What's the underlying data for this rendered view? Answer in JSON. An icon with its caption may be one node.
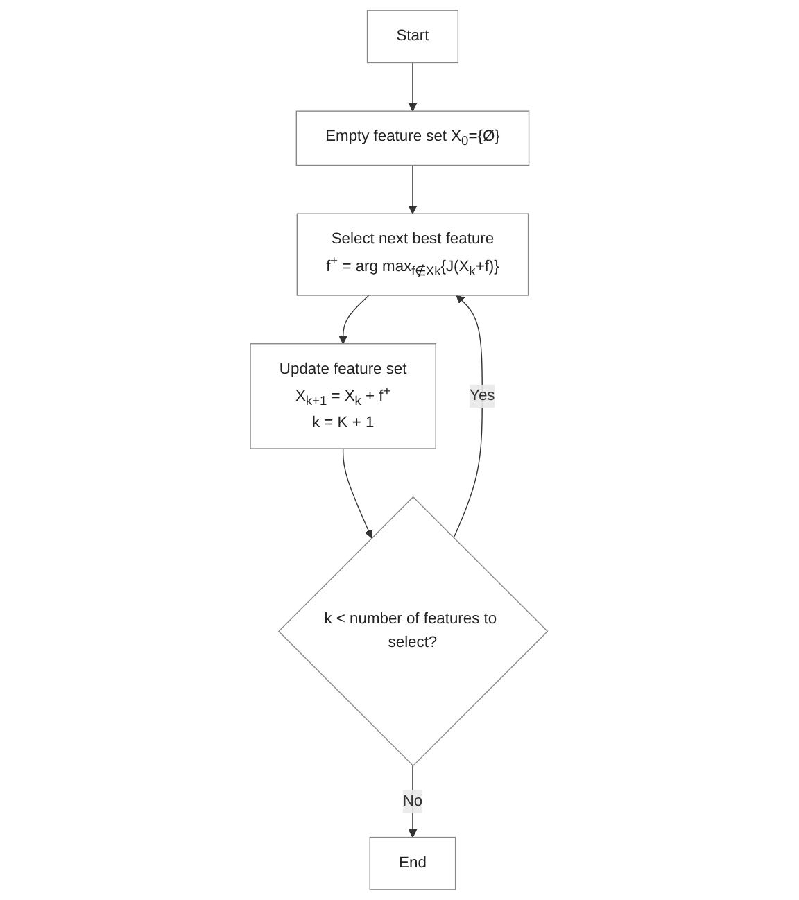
{
  "diagram": {
    "nodes": [
      {
        "text": [
          "Start"
        ]
      },
      {
        "text": [
          "Empty feature set X$_{0}$={Ø}"
        ]
      },
      {
        "text": [
          "Select next best feature",
          "f$^{+}$ = arg max$_{f∉Xk}${J(X$_{k}$+f)}"
        ]
      },
      {
        "text": [
          "Update feature set",
          "X$_{k+1}$ = X$_{k}$ + f$^{+}$",
          "k = K + 1"
        ]
      },
      {
        "text": [
          "k < number of features to select?"
        ]
      },
      {
        "text": [
          "End"
        ]
      }
    ],
    "edges": [
      {
        "from": 0,
        "to": 1,
        "arrow": "to"
      },
      {
        "from": 1,
        "to": 2,
        "arrow": "to"
      },
      {
        "from": 2,
        "to": 3,
        "arrow": "to"
      },
      {
        "from": 3,
        "to": 4,
        "arrow": "to"
      },
      {
        "from": 4,
        "to": 2,
        "label": "Yes",
        "arrow": "to"
      },
      {
        "from": 4,
        "to": 5,
        "label": "No",
        "arrow": "to"
      }
    ]
  }
}
